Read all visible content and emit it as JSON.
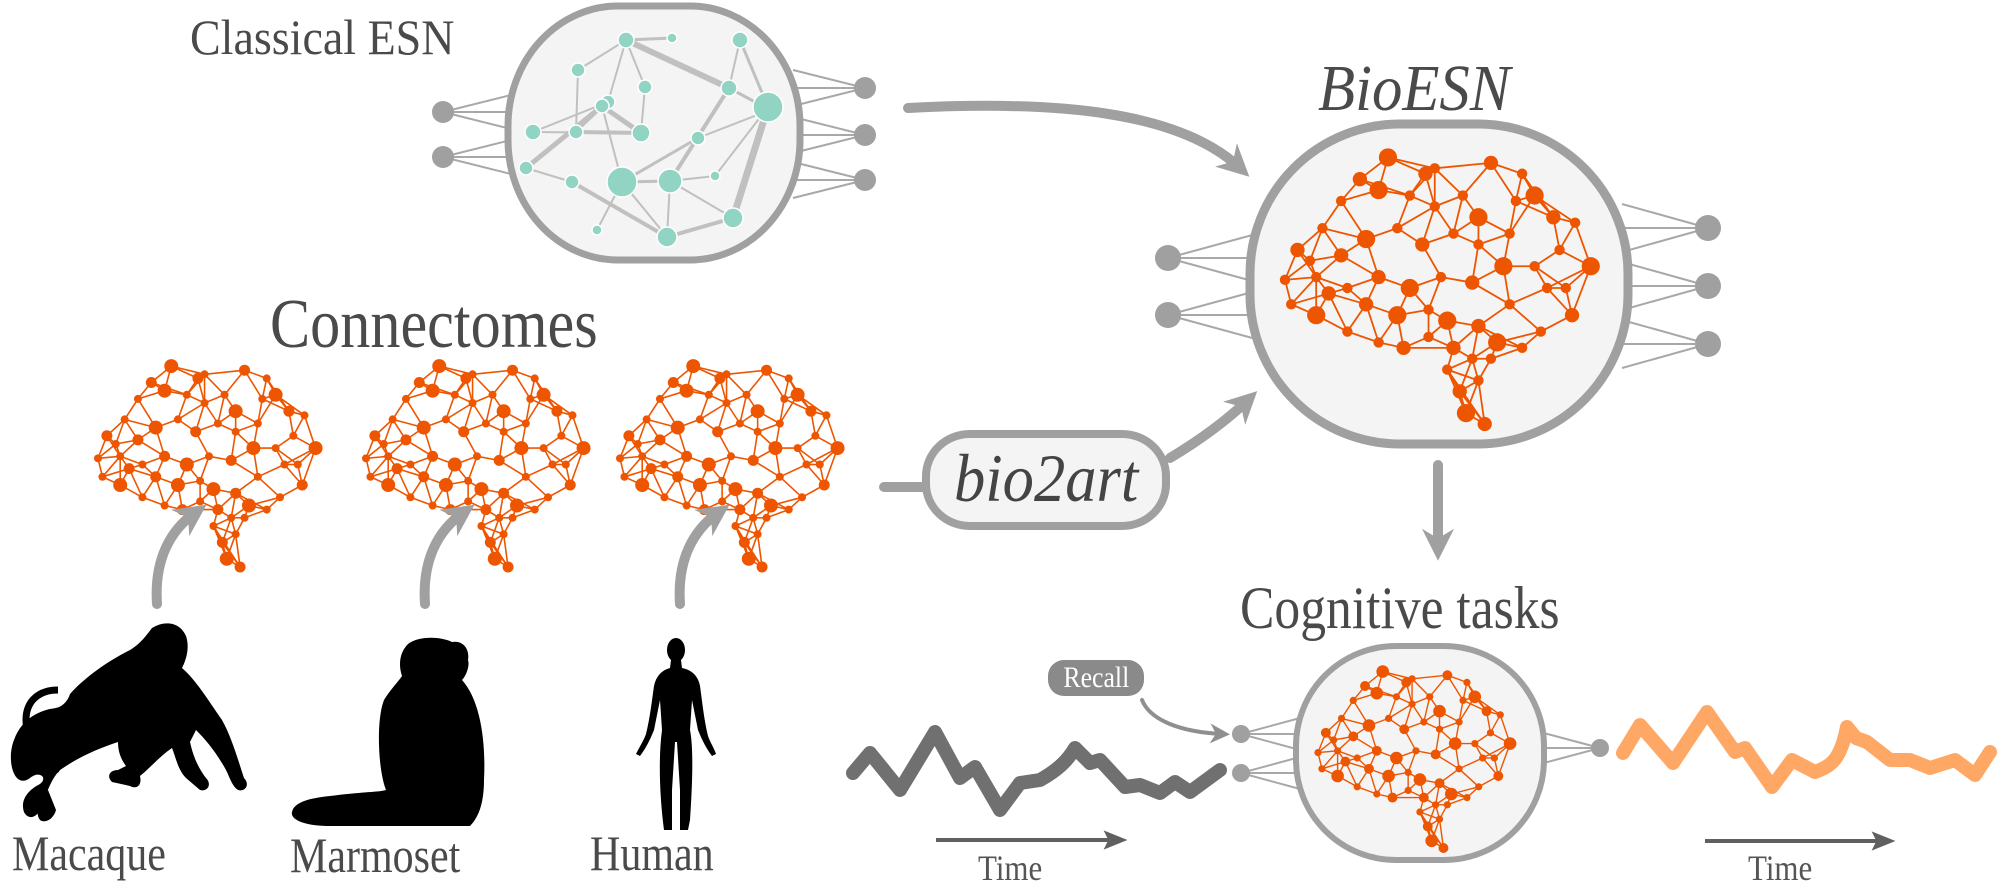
{
  "labels": {
    "classical_esn": "Classical ESN",
    "bioesn": "BioESN",
    "connectomes": "Connectomes",
    "bio2art": "bio2art",
    "cognitive_tasks": "Cognitive tasks",
    "recall": "Recall",
    "time_input": "Time",
    "time_output": "Time"
  },
  "species": [
    {
      "name": "Macaque",
      "silhouette": "macaque-silhouette"
    },
    {
      "name": "Marmoset",
      "silhouette": "marmoset-silhouette"
    },
    {
      "name": "Human",
      "silhouette": "human-silhouette"
    }
  ],
  "colors": {
    "text": "#4a4a4a",
    "reservoir_border": "#a0a0a0",
    "reservoir_fill": "#f4f4f4",
    "io_node": "#a0a0a0",
    "classical_node": "#92d4c3",
    "classical_edge": "#c0c0c0",
    "connectome": "#ee5500",
    "arrow": "#a0a0a0",
    "input_signal": "#707070",
    "output_signal": "#ffa866",
    "silhouette": "#000000",
    "time_arrow": "#606060"
  },
  "diagram": {
    "nodes": [
      {
        "id": "classical-esn",
        "label": "Classical ESN"
      },
      {
        "id": "connectomes",
        "label": "Connectomes"
      },
      {
        "id": "bio2art",
        "label": "bio2art"
      },
      {
        "id": "bioesn",
        "label": "BioESN"
      },
      {
        "id": "cognitive-tasks",
        "label": "Cognitive tasks"
      }
    ],
    "edges": [
      {
        "from": "classical-esn",
        "to": "bioesn"
      },
      {
        "from": "connectomes",
        "to": "bio2art"
      },
      {
        "from": "bio2art",
        "to": "bioesn"
      },
      {
        "from": "bioesn",
        "to": "cognitive-tasks"
      },
      {
        "from": "Macaque",
        "to": "connectome-macaque"
      },
      {
        "from": "Marmoset",
        "to": "connectome-marmoset"
      },
      {
        "from": "Human",
        "to": "connectome-human"
      }
    ]
  }
}
